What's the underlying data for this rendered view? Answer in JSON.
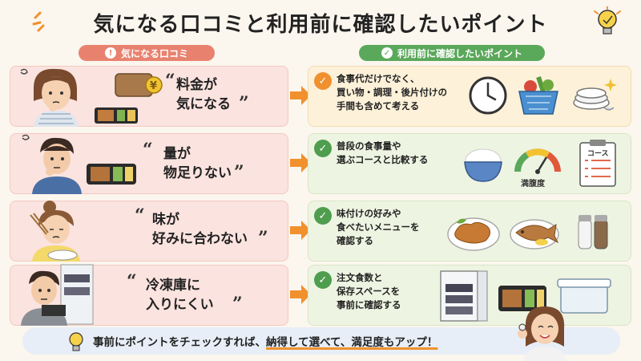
{
  "title": "気になる口コミと利用前に確認したいポイント",
  "headers": {
    "left": "気になる口コミ",
    "left_icon": "!",
    "right": "利用前に確認したいポイント",
    "right_icon": "✓"
  },
  "rows": [
    {
      "concern_line1": "料金が",
      "concern_line2": "気になる",
      "tip_line1": "食事代だけでなく、",
      "tip_line2": "買い物・調理・後片付けの",
      "tip_line3": "手間も含めて考える",
      "check_color": "#f0912e"
    },
    {
      "concern_line1": "量が",
      "concern_line2": "物足りない",
      "tip_line1": "普段の食事量や",
      "tip_line2": "選ぶコースと比較する",
      "tip_line3": "",
      "gauge_label": "満腹度",
      "board_label": "コース",
      "check_color": "#4f9d4f"
    },
    {
      "concern_line1": "味が",
      "concern_line2": "好みに合わない",
      "tip_line1": "味付けの好みや",
      "tip_line2": "食べたいメニューを",
      "tip_line3": "確認する",
      "check_color": "#4f9d4f"
    },
    {
      "concern_line1": "冷凍庫に",
      "concern_line2": "入りにくい",
      "tip_line1": "注文食数と",
      "tip_line2": "保存スペースを",
      "tip_line3": "事前に確認する",
      "check_color": "#4f9d4f"
    }
  ],
  "footer": {
    "prefix": "事前にポイントをチェックすれば、",
    "part1": "納得して選べて、",
    "part2": "満足度もアップ！"
  },
  "colors": {
    "accent_orange": "#f0912e",
    "accent_green": "#5aa85a",
    "accent_red": "#e8826f"
  }
}
